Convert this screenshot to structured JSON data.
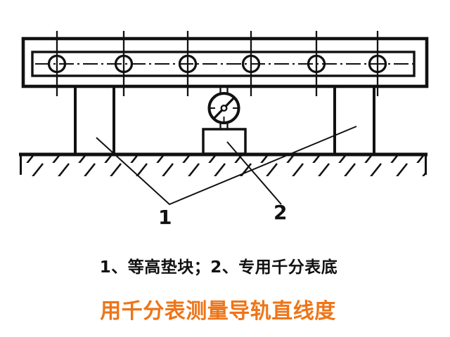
{
  "figure": {
    "labels": {
      "part1": "1",
      "part2": "2"
    },
    "caption": "1、等高垫块；2、专用千分表底",
    "title": "用千分表测量导轨直线度"
  },
  "diagram_icons": {
    "dial_indicator": "dial-gauge-icon",
    "ground": "hatched-ground",
    "rail": "guide-rail-beam"
  },
  "colors": {
    "ink": "#111111",
    "title_orange": "#ee7518",
    "background": "#ffffff"
  }
}
